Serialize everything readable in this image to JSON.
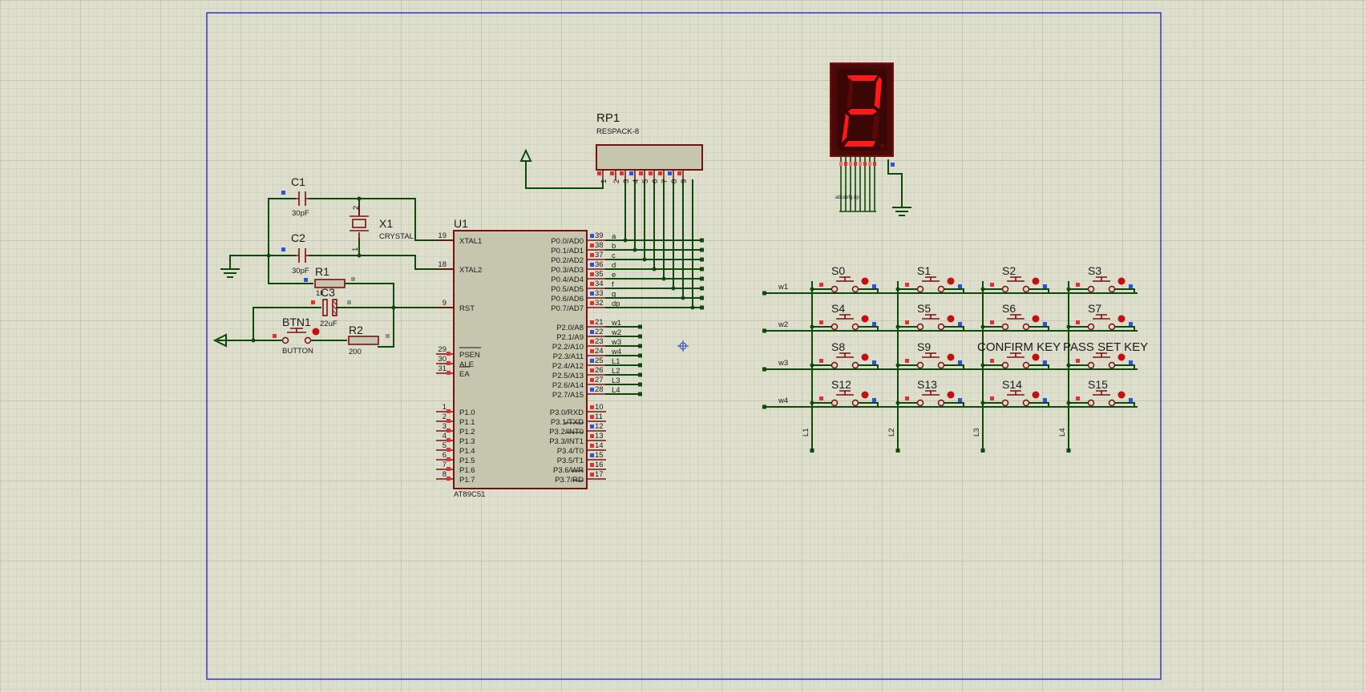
{
  "mcu": {
    "ref": "U1",
    "part": "AT89C51",
    "left_pins": [
      {
        "num": "19",
        "name": "XTAL1"
      },
      {
        "num": "18",
        "name": "XTAL2"
      },
      {
        "num": "9",
        "name": "RST"
      },
      {
        "num": "29",
        "name": "PSEN"
      },
      {
        "num": "30",
        "name": "ALE"
      },
      {
        "num": "31",
        "name": "EA"
      },
      {
        "num": "1",
        "name": "P1.0"
      },
      {
        "num": "2",
        "name": "P1.1"
      },
      {
        "num": "3",
        "name": "P1.2"
      },
      {
        "num": "4",
        "name": "P1.3"
      },
      {
        "num": "5",
        "name": "P1.4"
      },
      {
        "num": "6",
        "name": "P1.5"
      },
      {
        "num": "7",
        "name": "P1.6"
      },
      {
        "num": "8",
        "name": "P1.7"
      }
    ],
    "right_pins": [
      {
        "num": "39",
        "name": "P0.0/AD0",
        "net": "a"
      },
      {
        "num": "38",
        "name": "P0.1/AD1",
        "net": "b"
      },
      {
        "num": "37",
        "name": "P0.2/AD2",
        "net": "c"
      },
      {
        "num": "36",
        "name": "P0.3/AD3",
        "net": "d"
      },
      {
        "num": "35",
        "name": "P0.4/AD4",
        "net": "e"
      },
      {
        "num": "34",
        "name": "P0.5/AD5",
        "net": "f"
      },
      {
        "num": "33",
        "name": "P0.6/AD6",
        "net": "g"
      },
      {
        "num": "32",
        "name": "P0.7/AD7",
        "net": "dp"
      },
      {
        "num": "21",
        "name": "P2.0/A8",
        "net": "w1"
      },
      {
        "num": "22",
        "name": "P2.1/A9",
        "net": "w2"
      },
      {
        "num": "23",
        "name": "P2.2/A10",
        "net": "w3"
      },
      {
        "num": "24",
        "name": "P2.3/A11",
        "net": "w4"
      },
      {
        "num": "25",
        "name": "P2.4/A12",
        "net": "L1"
      },
      {
        "num": "26",
        "name": "P2.5/A13",
        "net": "L2"
      },
      {
        "num": "27",
        "name": "P2.6/A14",
        "net": "L3"
      },
      {
        "num": "28",
        "name": "P2.7/A15",
        "net": "L4"
      },
      {
        "num": "10",
        "name": "P3.0/RXD",
        "net": ""
      },
      {
        "num": "11",
        "name": "P3.1/TXD",
        "net": ""
      },
      {
        "num": "12",
        "name": "P3.2/INT0",
        "net": ""
      },
      {
        "num": "13",
        "name": "P3.3/INT1",
        "net": ""
      },
      {
        "num": "14",
        "name": "P3.4/T0",
        "net": ""
      },
      {
        "num": "15",
        "name": "P3.5/T1",
        "net": ""
      },
      {
        "num": "16",
        "name": "P3.6/WR",
        "net": ""
      },
      {
        "num": "17",
        "name": "P3.7/RD",
        "net": ""
      }
    ]
  },
  "components": {
    "c1": {
      "ref": "C1",
      "value": "30pF"
    },
    "c2": {
      "ref": "C2",
      "value": "30pF"
    },
    "x1": {
      "ref": "X1",
      "value": "CRYSTAL",
      "pin1": "1",
      "pin2": "2"
    },
    "r1": {
      "ref": "R1",
      "value": "1k"
    },
    "c3": {
      "ref": "C3",
      "value": "22uF"
    },
    "btn1": {
      "ref": "BTN1",
      "value": "BUTTON"
    },
    "r2": {
      "ref": "R2",
      "value": "200"
    },
    "rp1": {
      "ref": "RP1",
      "value": "RESPACK-8",
      "pins": [
        "1",
        "2",
        "3",
        "4",
        "5",
        "6",
        "7",
        "8",
        "9"
      ]
    }
  },
  "display": {
    "digit": "2",
    "seg_labels": "abcdefg dp",
    "color": "#ff1a1a"
  },
  "keypad": {
    "rows": [
      "w1",
      "w2",
      "w3",
      "w4"
    ],
    "cols": [
      "L1",
      "L2",
      "L3",
      "L4"
    ],
    "keys": [
      "S0",
      "S1",
      "S2",
      "S3",
      "S4",
      "S5",
      "S6",
      "S7",
      "S8",
      "S9",
      "CONFIRM KEY",
      "PASS SET KEY",
      "S12",
      "S13",
      "S14",
      "S15"
    ]
  }
}
